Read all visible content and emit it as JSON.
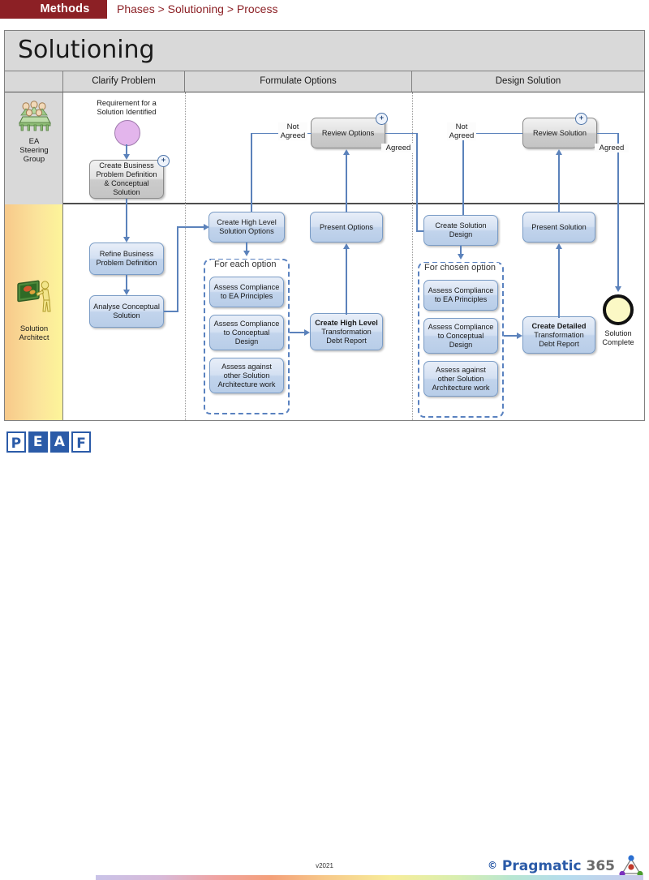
{
  "topbar": {
    "section": "Methods",
    "breadcrumb": "Phases > Solutioning > Process",
    "bar_color": "#8c2025"
  },
  "diagram": {
    "title": "Solutioning",
    "phase_headers": [
      {
        "label": "Clarify Problem"
      },
      {
        "label": "Formulate Options"
      },
      {
        "label": "Design Solution"
      }
    ],
    "lanes": [
      {
        "name": "ea-steering-group",
        "label": "EA\nSteering\nGroup",
        "label_line1": "EA",
        "label_line2": "Steering",
        "label_line3": "Group",
        "icon": "people-at-table-icon"
      },
      {
        "name": "solution-architect",
        "label": "Solution\nArchitect",
        "label_line1": "Solution",
        "label_line2": "Architect",
        "icon": "person-at-whiteboard-icon"
      }
    ],
    "start_event": {
      "label_line1": "Requirement for a",
      "label_line2": "Solution Identified",
      "color": "#e3b5ec"
    },
    "end_event": {
      "label_line1": "Solution",
      "label_line2": "Complete",
      "color": "#fbf8c5"
    },
    "nodes": [
      {
        "id": "create-business-problem-definition",
        "lines": [
          "Create Business",
          "Problem Definition",
          "& Conceptual",
          "Solution"
        ],
        "style": "grey",
        "expandable": true
      },
      {
        "id": "review-options",
        "lines": [
          "Review Options"
        ],
        "style": "grey",
        "expandable": true
      },
      {
        "id": "review-solution",
        "lines": [
          "Review Solution"
        ],
        "style": "grey",
        "expandable": true
      },
      {
        "id": "refine-business-problem-definition",
        "lines": [
          "Refine Business",
          "Problem Definition"
        ],
        "style": "blue",
        "expandable": false
      },
      {
        "id": "analyse-conceptual-solution",
        "lines": [
          "Analyse Conceptual",
          "Solution"
        ],
        "style": "blue",
        "expandable": false
      },
      {
        "id": "create-high-level-solution-options",
        "lines": [
          "Create High Level",
          "Solution Options"
        ],
        "style": "blue",
        "expandable": false
      },
      {
        "id": "present-options",
        "lines": [
          "Present Options"
        ],
        "style": "blue",
        "expandable": false
      },
      {
        "id": "create-solution-design",
        "lines": [
          "Create Solution",
          "Design"
        ],
        "style": "blue",
        "expandable": false
      },
      {
        "id": "present-solution",
        "lines": [
          "Present Solution"
        ],
        "style": "blue",
        "expandable": false
      },
      {
        "id": "create-high-level-transformation-debt-report",
        "lines": [
          "Create High Level",
          "Transformation",
          "Debt Report"
        ],
        "style": "blue",
        "expandable": false
      },
      {
        "id": "create-detailed-transformation-debt-report",
        "lines": [
          "Create Detailed",
          "Transformation",
          "Debt Report"
        ],
        "style": "blue",
        "expandable": false
      }
    ],
    "groups": [
      {
        "id": "for-each-option",
        "title": "For each option",
        "items": [
          {
            "id": "assess-compliance-ea-principles-1",
            "lines": [
              "Assess Compliance",
              "to EA Principles"
            ]
          },
          {
            "id": "assess-compliance-conceptual-design-1",
            "lines": [
              "Assess Compliance",
              "to Conceptual",
              "Design"
            ]
          },
          {
            "id": "assess-against-other-solution-architecture-work-1",
            "lines": [
              "Assess against",
              "other Solution",
              "Architecture work"
            ]
          }
        ]
      },
      {
        "id": "for-chosen-option",
        "title": "For chosen option",
        "items": [
          {
            "id": "assess-compliance-ea-principles-2",
            "lines": [
              "Assess Compliance",
              "to EA Principles"
            ]
          },
          {
            "id": "assess-compliance-conceptual-design-2",
            "lines": [
              "Assess Compliance",
              "to Conceptual",
              "Design"
            ]
          },
          {
            "id": "assess-against-other-solution-architecture-work-2",
            "lines": [
              "Assess against",
              "other Solution",
              "Architecture work"
            ]
          }
        ]
      }
    ],
    "edge_labels": [
      {
        "id": "not-agreed-options",
        "line1": "Not",
        "line2": "Agreed"
      },
      {
        "id": "agreed-options",
        "line1": "Agreed",
        "line2": ""
      },
      {
        "id": "not-agreed-solution",
        "line1": "Not",
        "line2": "Agreed"
      },
      {
        "id": "agreed-solution",
        "line1": "Agreed",
        "line2": ""
      }
    ],
    "expand_badge": "+"
  },
  "footer": {
    "logo_letters": [
      "P",
      "E",
      "A",
      "F"
    ],
    "version": "v2021",
    "brand_copy": "©",
    "brand_name": "Pragmatic",
    "brand_number": "365"
  }
}
